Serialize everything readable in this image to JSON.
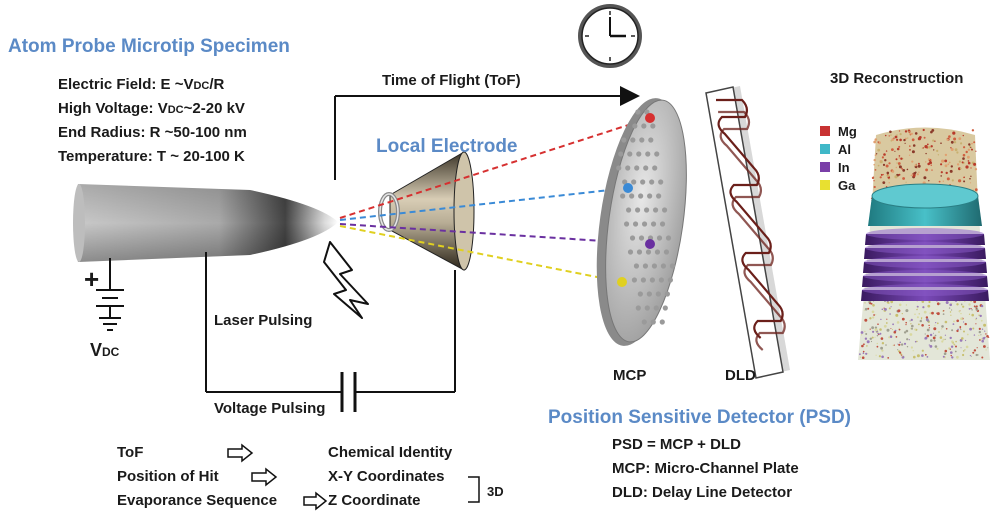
{
  "specimen": {
    "title": "Atom Probe Microtip Specimen",
    "params": {
      "field_prefix": "Electric Field: E ~V",
      "field_sub": "DC",
      "field_suffix": "/R",
      "voltage_prefix": "High Voltage: V",
      "voltage_sub": "DC",
      "voltage_suffix": "~2-20 kV",
      "radius": "End Radius: R ~50-100 nm",
      "temperature": "Temperature: T ~ 20-100 K"
    }
  },
  "circuit": {
    "plus": "+",
    "vdc_main": "V",
    "vdc_sub": "DC",
    "laser": "Laser Pulsing",
    "voltage_pulsing": "Voltage Pulsing"
  },
  "electrode": {
    "label": "Local Electrode"
  },
  "tof": {
    "label": "Time of Flight (ToF)"
  },
  "detectors": {
    "mcp": "MCP",
    "dld": "DLD"
  },
  "reconstruction": {
    "title": "3D Reconstruction",
    "legend": [
      {
        "name": "Mg",
        "color": "#c83232"
      },
      {
        "name": "Al",
        "color": "#3fb8c8"
      },
      {
        "name": "In",
        "color": "#7a3fa8"
      },
      {
        "name": "Ga",
        "color": "#e8e030"
      }
    ]
  },
  "ion_colors": [
    "#d63030",
    "#3a8ad6",
    "#6a30a0",
    "#e0d020"
  ],
  "psd": {
    "title": "Position Sensitive Detector (PSD)",
    "lines": [
      "PSD = MCP +  DLD",
      "MCP: Micro-Channel Plate",
      "DLD: Delay Line Detector"
    ]
  },
  "mapping": {
    "rows": [
      {
        "left": "ToF",
        "right": "Chemical Identity"
      },
      {
        "left": "Position of Hit",
        "right": "X-Y Coordinates"
      },
      {
        "left": "Evaporance Sequence",
        "right": "Z Coordinate"
      }
    ],
    "bracket_label": "3D"
  }
}
